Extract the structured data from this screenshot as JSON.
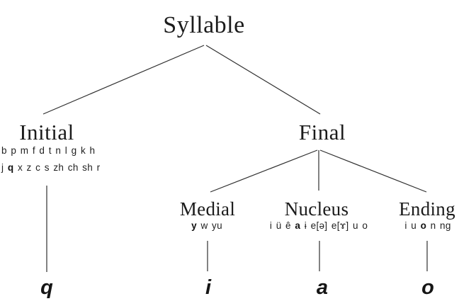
{
  "colors": {
    "background": "#ffffff",
    "text": "#1b1b1b",
    "line": "#2f2f2f"
  },
  "tree": {
    "root_label": "Syllable",
    "initial": {
      "label": "Initial",
      "phoneme_row1": "b p m f d t n l g k h",
      "phoneme_row2_pre": "j ",
      "phoneme_row2_bold": "q",
      "phoneme_row2_post": " x z c s zh ch sh r",
      "example": "q"
    },
    "final": {
      "label": "Final"
    },
    "medial": {
      "label": "Medial",
      "phoneme_bold": "y",
      "phoneme_post": " w yu",
      "example": "i"
    },
    "nucleus": {
      "label": "Nucleus",
      "phoneme_pre": "i ü ê ",
      "phoneme_bold": "a",
      "phoneme_post": " ɨ e[ə] e[ɤ] u o",
      "example": "a"
    },
    "ending": {
      "label": "Ending",
      "phoneme_pre": "i u ",
      "phoneme_bold": "o",
      "phoneme_post": " n ng",
      "example": "o"
    }
  }
}
